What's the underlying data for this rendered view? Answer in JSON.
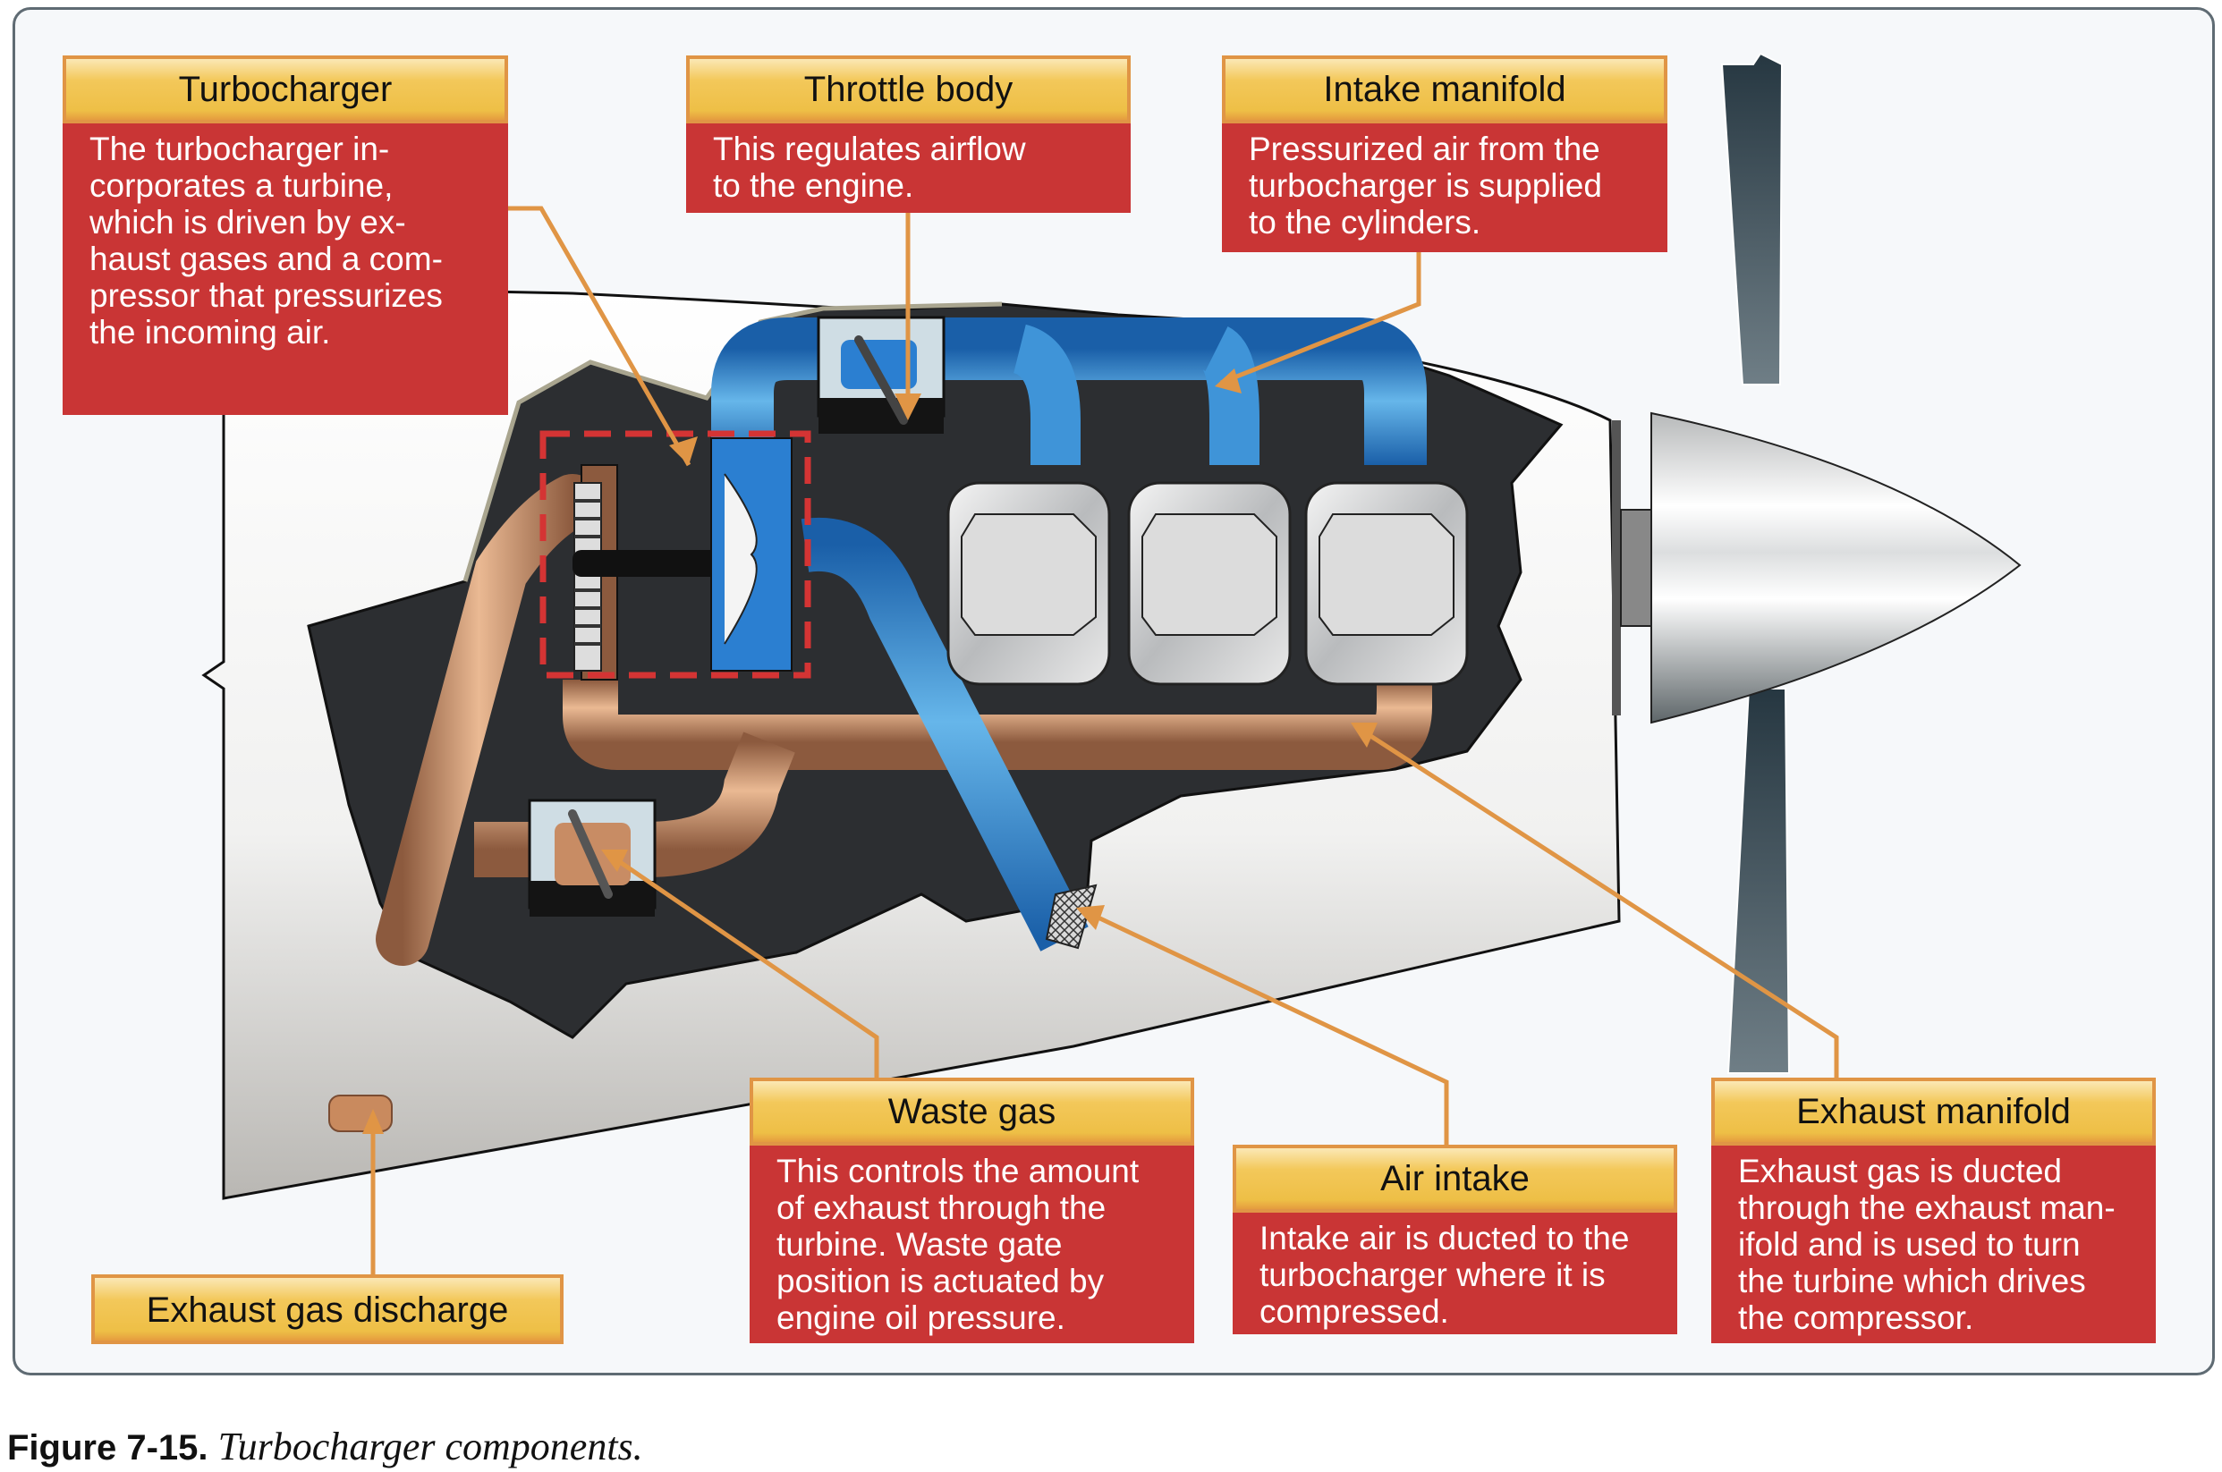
{
  "figure": {
    "number": "Figure 7-15.",
    "title": "Turbocharger components."
  },
  "colors": {
    "callout_header": "#eebf46",
    "callout_border": "#e09545",
    "callout_body": "#c93535",
    "leader_line": "#e09545",
    "intake_air": "#2b7fd1",
    "exhaust_gas": "#c98a5e",
    "cutaway_dark": "#2c2e31",
    "turbo_outline": "#d43434"
  },
  "callouts": {
    "turbocharger": {
      "title": "Turbocharger",
      "body": "The turbocharger in-\ncorporates a turbine,\nwhich is driven by ex-\nhaust gases and a com-\npressor that pressurizes\nthe incoming air."
    },
    "throttle_body": {
      "title": "Throttle body",
      "body": "This regulates airflow\nto the engine."
    },
    "intake_manifold": {
      "title": "Intake manifold",
      "body": "Pressurized air from the\nturbocharger is supplied\nto the cylinders."
    },
    "waste_gas": {
      "title": "Waste gas",
      "body": "This controls the amount\nof exhaust through the\nturbine. Waste gate\nposition is actuated by\nengine oil pressure."
    },
    "air_intake": {
      "title": "Air intake",
      "body": "Intake air is ducted to the\nturbocharger where it is\ncompressed."
    },
    "exhaust_manifold": {
      "title": "Exhaust manifold",
      "body": "Exhaust gas is ducted\nthrough the exhaust man-\nifold and is used to turn\nthe turbine which drives\nthe compressor."
    },
    "exhaust_gas_discharge": {
      "title": "Exhaust gas discharge"
    }
  },
  "components": {
    "cylinders": [
      "cylinder-1",
      "cylinder-2",
      "cylinder-3"
    ],
    "propeller": "propeller",
    "spinner": "spinner"
  }
}
